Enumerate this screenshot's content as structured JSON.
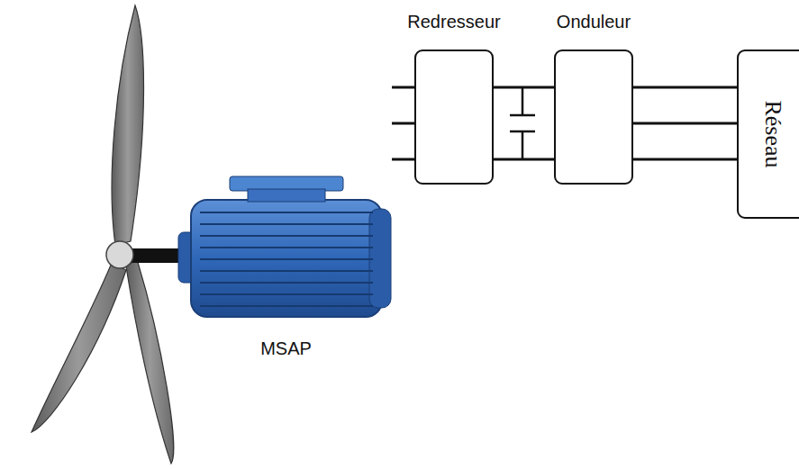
{
  "diagram": {
    "nodes": [
      {
        "text": [
          "MSAP"
        ]
      },
      {
        "text": [
          "Redresseur"
        ]
      },
      {
        "text": [
          "Onduleur"
        ]
      },
      {
        "text": [
          "Réseau"
        ]
      }
    ],
    "edges": [
      {
        "from": 0,
        "to": 1,
        "arrow": "none"
      },
      {
        "from": 1,
        "to": 2,
        "arrow": "none"
      },
      {
        "from": 2,
        "to": 3,
        "arrow": "none"
      }
    ]
  }
}
